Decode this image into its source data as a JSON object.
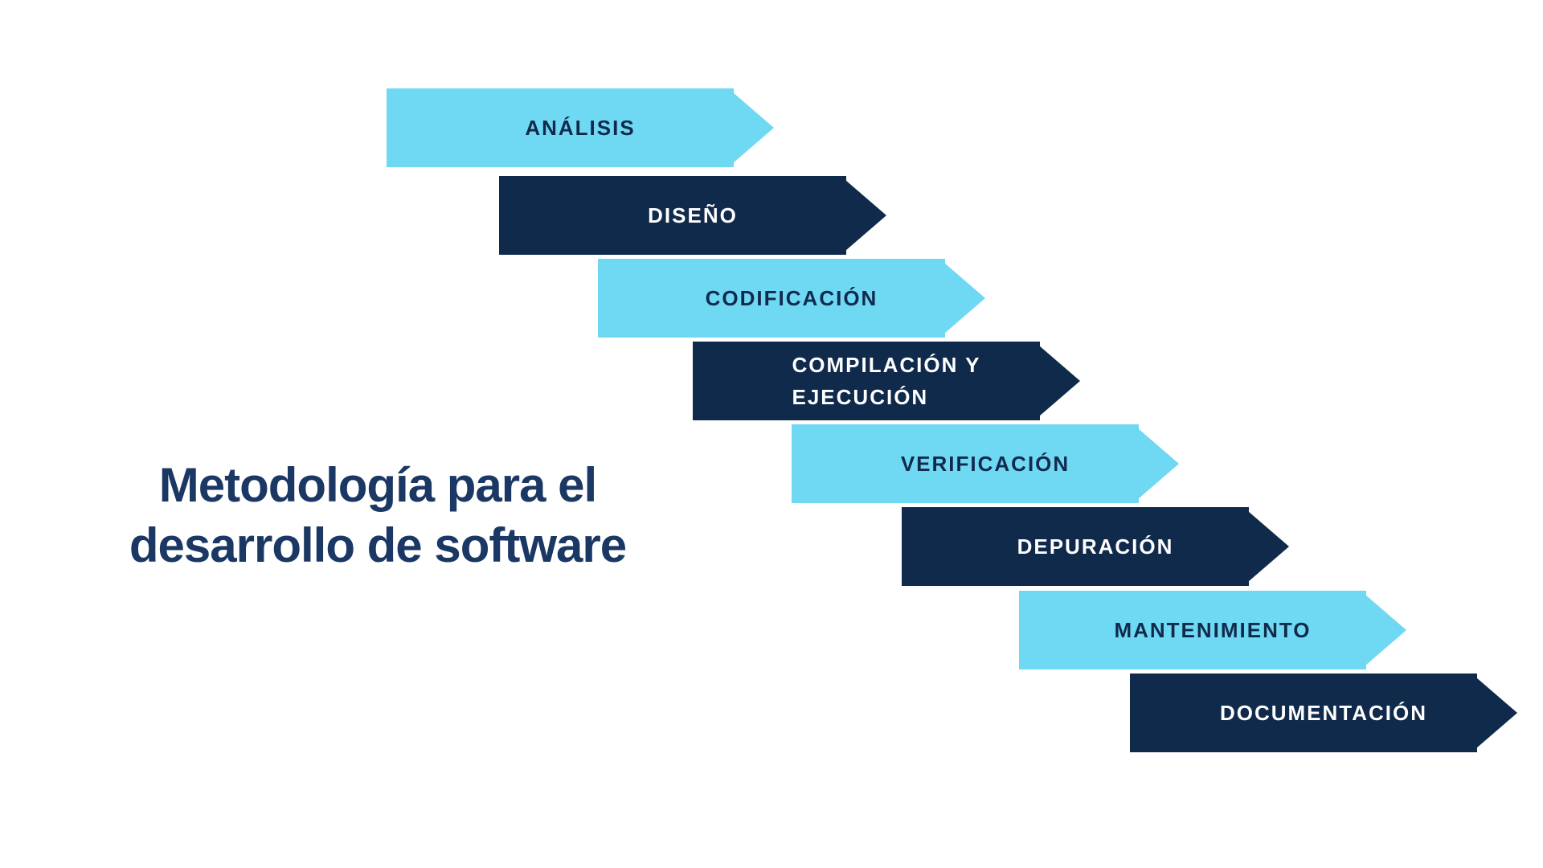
{
  "title": "Metodología para el desarrollo de software",
  "colors": {
    "background": "#ffffff",
    "light": "#6fd8f3",
    "dark": "#102a4c",
    "title_text": "#1b3865",
    "label_on_light": "#102a4c",
    "label_on_dark": "#ffffff"
  },
  "steps": [
    {
      "label": "ANÁLISIS",
      "variant": "light"
    },
    {
      "label": "DISEÑO",
      "variant": "dark"
    },
    {
      "label": "CODIFICACIÓN",
      "variant": "light"
    },
    {
      "label": "COMPILACIÓN Y\nEJECUCIÓN",
      "variant": "dark"
    },
    {
      "label": "VERIFICACIÓN",
      "variant": "light"
    },
    {
      "label": "DEPURACIÓN",
      "variant": "dark"
    },
    {
      "label": "MANTENIMIENTO",
      "variant": "light"
    },
    {
      "label": "DOCUMENTACIÓN",
      "variant": "dark"
    }
  ]
}
